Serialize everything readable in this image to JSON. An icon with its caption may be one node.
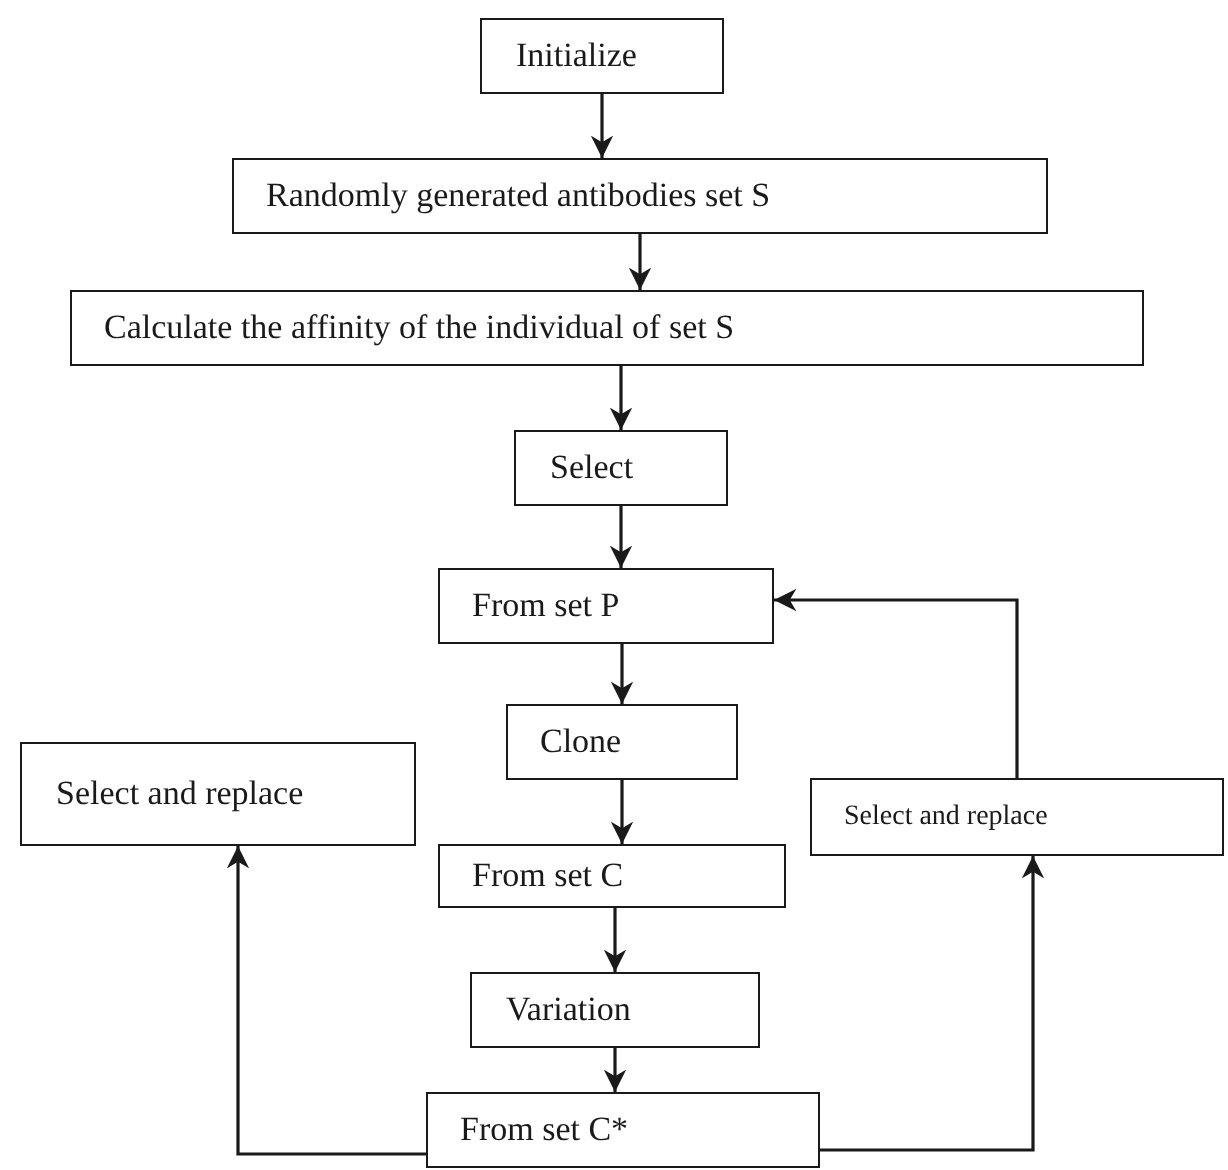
{
  "diagram": {
    "nodes": [
      {
        "text": [
          "Initialize"
        ]
      },
      {
        "text": [
          "Randomly generated antibodies set S"
        ]
      },
      {
        "text": [
          "Calculate the affinity of the individual of set S"
        ]
      },
      {
        "text": [
          "Select"
        ]
      },
      {
        "text": [
          "From set P"
        ]
      },
      {
        "text": [
          "Clone"
        ]
      },
      {
        "text": [
          "From set C"
        ]
      },
      {
        "text": [
          "Variation"
        ]
      },
      {
        "text": [
          "From set C*"
        ]
      },
      {
        "text": [
          "Select and replace"
        ]
      },
      {
        "text": [
          "Select and replace"
        ]
      }
    ],
    "edges": [
      {
        "from": 0,
        "to": 1,
        "arrow": "to"
      },
      {
        "from": 1,
        "to": 2,
        "arrow": "to"
      },
      {
        "from": 2,
        "to": 3,
        "arrow": "to"
      },
      {
        "from": 3,
        "to": 4,
        "arrow": "to"
      },
      {
        "from": 4,
        "to": 5,
        "arrow": "to"
      },
      {
        "from": 5,
        "to": 6,
        "arrow": "to"
      },
      {
        "from": 6,
        "to": 7,
        "arrow": "to"
      },
      {
        "from": 7,
        "to": 8,
        "arrow": "to"
      },
      {
        "from": 8,
        "to": 9,
        "arrow": "to"
      },
      {
        "from": 8,
        "to": 10,
        "arrow": "to"
      },
      {
        "from": 10,
        "to": 4,
        "arrow": "to"
      }
    ]
  }
}
